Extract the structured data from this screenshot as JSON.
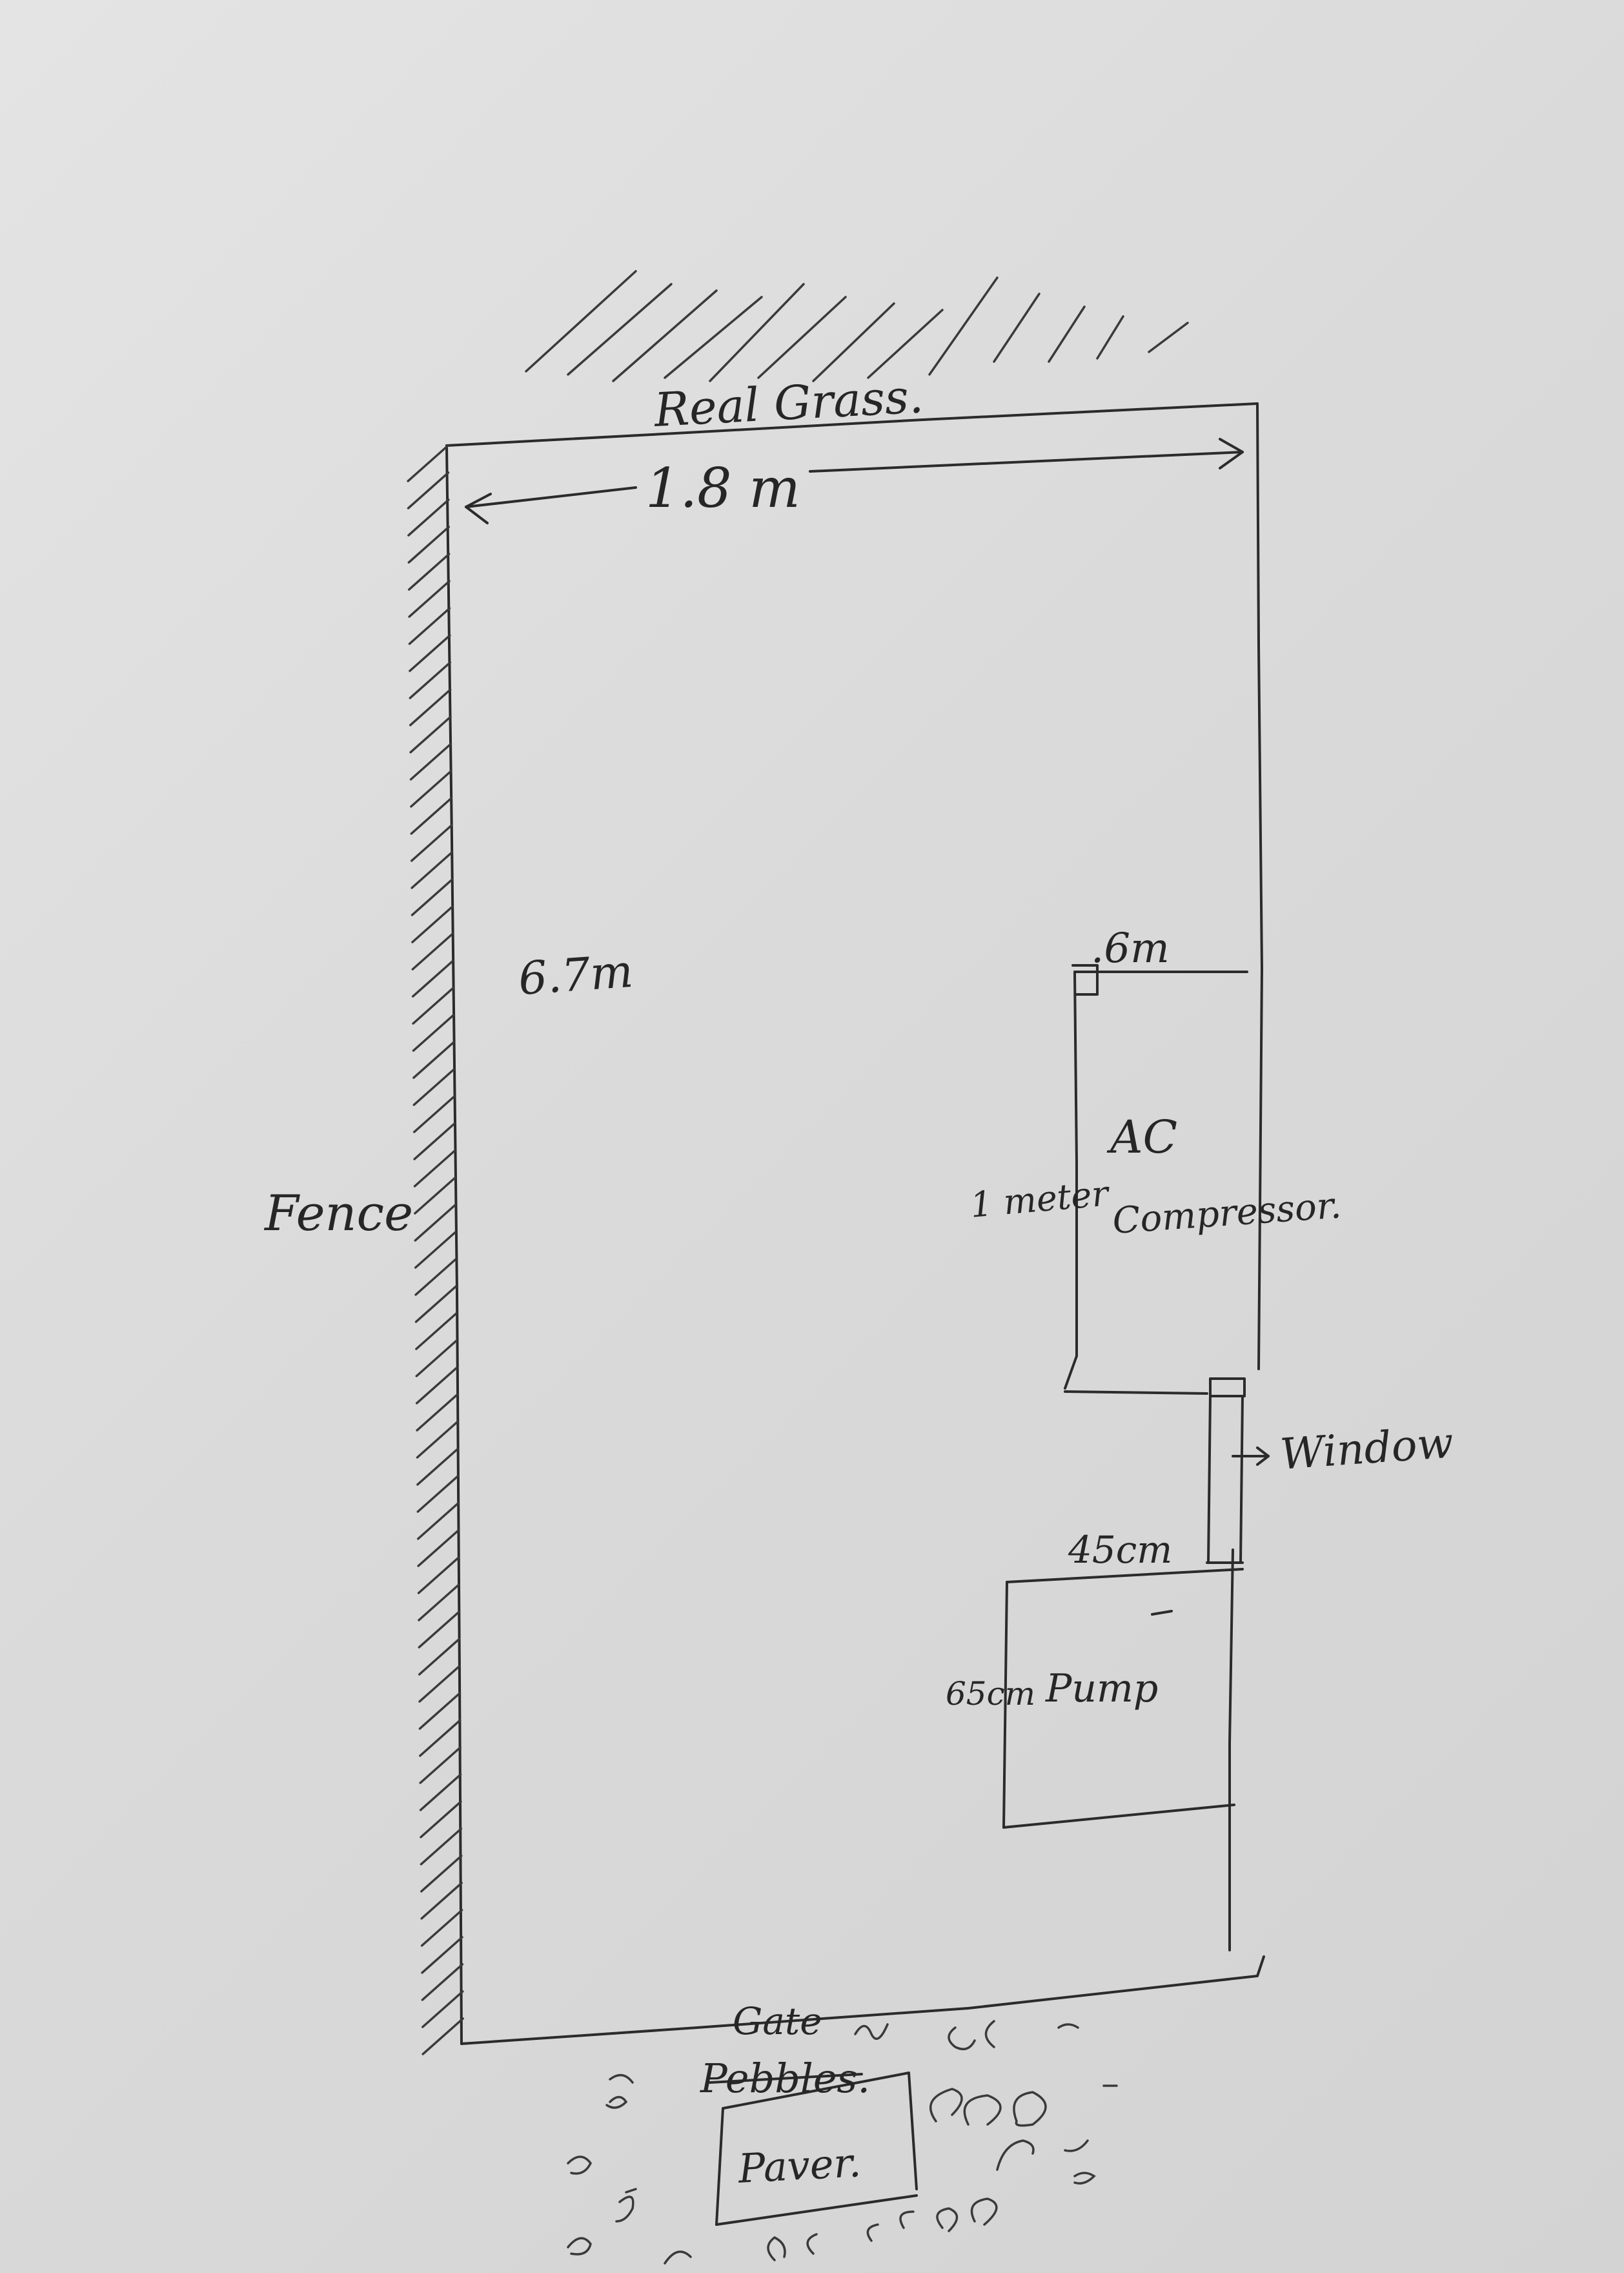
{
  "labels": {
    "top_area": "Real Grass.",
    "width_dim": "1.8 m",
    "length_dim": "6.7m",
    "side": "Fence",
    "ac_width": ".6m",
    "ac_length": "1 meter",
    "ac_name_1": "AC",
    "ac_name_2": "Compressor.",
    "window": "Window",
    "pump_width": "45cm",
    "pump_length": "65cm",
    "pump": "Pump",
    "gate": "Gate",
    "pebbles": "Pebbles.",
    "paver": "Paver."
  }
}
